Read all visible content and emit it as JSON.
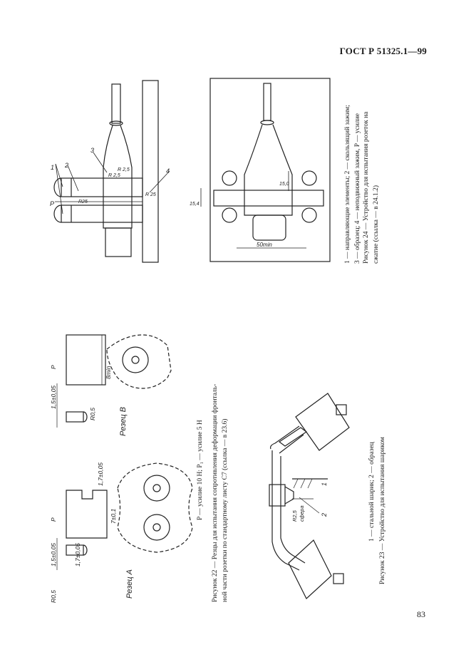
{
  "header": {
    "title": "ГОСТ Р 51325.1—99"
  },
  "page_number": "83",
  "fig22": {
    "section_a": "Резец А",
    "section_b": "Резец В",
    "dim_1_5": "1,5±0,05",
    "dim_1_7": "1,7±0,05",
    "dim_r05": "R0,5",
    "dim_7": "7±0,1",
    "dim_8": "8min",
    "label_p": "P",
    "label_p1": "P",
    "legend": "P — усилие 10 Н; P₁ — усилие 5 Н",
    "caption_1": "Рисунок 22 — Резцы для испытания сопротивления деформации фронталь-",
    "caption_2": "ной части розетки по стандартному листу С7 (ссылка — в 23.6)"
  },
  "fig23": {
    "dim_r25": "R2,5",
    "dim_sphere": "сфера",
    "label_1": "1",
    "label_2": "2",
    "legend": "1 — стальной шарик; 2 — образец",
    "caption": "Рисунок 23 — Устройство для испытания шариком"
  },
  "fig24": {
    "label_1": "1",
    "label_2": "2",
    "label_3": "3",
    "label_4": "4",
    "label_p": "P",
    "dim_r25a": "R 2,5",
    "dim_r25b": "R 2,5",
    "dim_r25c": "R25",
    "dim_r25d": "R 25",
    "dim_15": "15,0",
    "dim_154": "15,4",
    "dim_50": "50min",
    "legend_1": "1 — направляющие элементы; 2 — скользящий зажим;",
    "legend_2": "3 — образец; 4 — неподвижный зажим, P — усилие",
    "caption_1": "Рисунок 24 — Устройство для испытания розеток на",
    "caption_2": "сжатие (ссылка — в 24.1.2)"
  }
}
